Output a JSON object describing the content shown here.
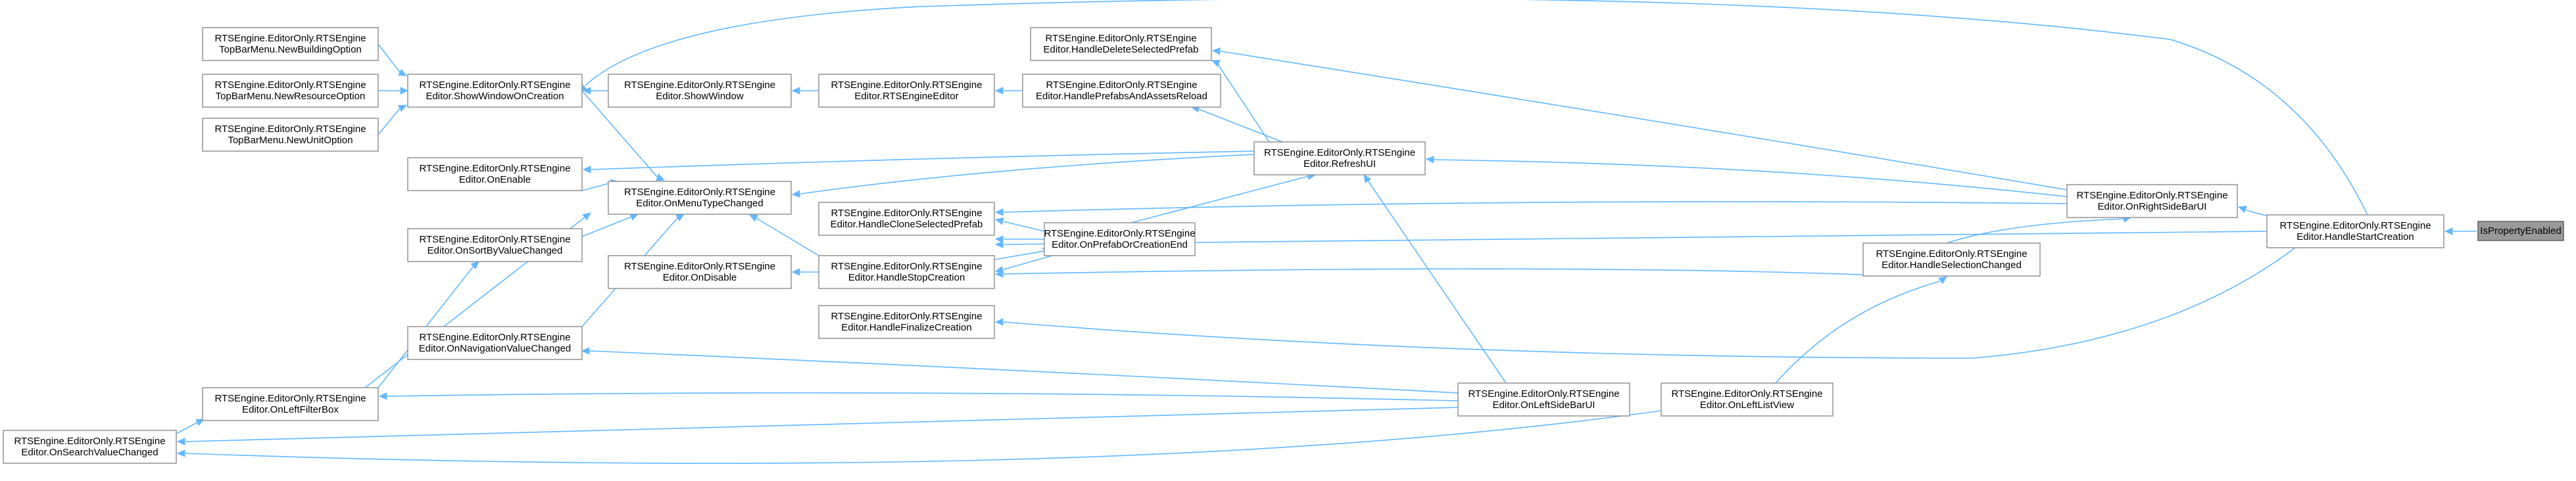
{
  "diagram": {
    "type": "call-graph",
    "colors": {
      "edge": "#63b8ff",
      "node_border": "#999999",
      "focus_fill": "#999999",
      "text": "#000000",
      "background": "#ffffff"
    },
    "nodes": [
      {
        "id": "n_isprop",
        "lines": [
          "IsPropertyEnabled"
        ],
        "focus": true
      },
      {
        "id": "n_handlestart",
        "lines": [
          "RTSEngine.EditorOnly.RTSEngine",
          "Editor.HandleStartCreation"
        ]
      },
      {
        "id": "n_onright",
        "lines": [
          "RTSEngine.EditorOnly.RTSEngine",
          "Editor.OnRightSideBarUI"
        ]
      },
      {
        "id": "n_handlesel",
        "lines": [
          "RTSEngine.EditorOnly.RTSEngine",
          "Editor.HandleSelectionChanged"
        ]
      },
      {
        "id": "n_onleftlist",
        "lines": [
          "RTSEngine.EditorOnly.RTSEngine",
          "Editor.OnLeftListView"
        ]
      },
      {
        "id": "n_onleftside",
        "lines": [
          "RTSEngine.EditorOnly.RTSEngine",
          "Editor.OnLeftSideBarUI"
        ]
      },
      {
        "id": "n_refresh",
        "lines": [
          "RTSEngine.EditorOnly.RTSEngine",
          "Editor.RefreshUI"
        ]
      },
      {
        "id": "n_handledelete",
        "lines": [
          "RTSEngine.EditorOnly.RTSEngine",
          "Editor.HandleDeleteSelectedPrefab"
        ]
      },
      {
        "id": "n_handleprefabs",
        "lines": [
          "RTSEngine.EditorOnly.RTSEngine",
          "Editor.HandlePrefabsAndAssetsReload"
        ]
      },
      {
        "id": "n_onprefab",
        "lines": [
          "RTSEngine.EditorOnly.RTSEngine",
          "Editor.OnPrefabOrCreationEnd"
        ]
      },
      {
        "id": "n_handleclone",
        "lines": [
          "RTSEngine.EditorOnly.RTSEngine",
          "Editor.HandleCloneSelectedPrefab"
        ]
      },
      {
        "id": "n_handlestop",
        "lines": [
          "RTSEngine.EditorOnly.RTSEngine",
          "Editor.HandleStopCreation"
        ]
      },
      {
        "id": "n_handlefinal",
        "lines": [
          "RTSEngine.EditorOnly.RTSEngine",
          "Editor.HandleFinalizeCreation"
        ]
      },
      {
        "id": "n_rtsctor",
        "lines": [
          "RTSEngine.EditorOnly.RTSEngine",
          "Editor.RTSEngineEditor"
        ]
      },
      {
        "id": "n_showwindow",
        "lines": [
          "RTSEngine.EditorOnly.RTSEngine",
          "Editor.ShowWindow"
        ]
      },
      {
        "id": "n_showoncreate",
        "lines": [
          "RTSEngine.EditorOnly.RTSEngine",
          "Editor.ShowWindowOnCreation"
        ]
      },
      {
        "id": "n_onmenu",
        "lines": [
          "RTSEngine.EditorOnly.RTSEngine",
          "Editor.OnMenuTypeChanged"
        ]
      },
      {
        "id": "n_ondisable",
        "lines": [
          "RTSEngine.EditorOnly.RTSEngine",
          "Editor.OnDisable"
        ]
      },
      {
        "id": "n_onenable",
        "lines": [
          "RTSEngine.EditorOnly.RTSEngine",
          "Editor.OnEnable"
        ]
      },
      {
        "id": "n_onsort",
        "lines": [
          "RTSEngine.EditorOnly.RTSEngine",
          "Editor.OnSortByValueChanged"
        ]
      },
      {
        "id": "n_onnav",
        "lines": [
          "RTSEngine.EditorOnly.RTSEngine",
          "Editor.OnNavigationValueChanged"
        ]
      },
      {
        "id": "n_onleftfilter",
        "lines": [
          "RTSEngine.EditorOnly.RTSEngine",
          "Editor.OnLeftFilterBox"
        ]
      },
      {
        "id": "n_onsearch",
        "lines": [
          "RTSEngine.EditorOnly.RTSEngine",
          "Editor.OnSearchValueChanged"
        ]
      },
      {
        "id": "n_newbuilding",
        "lines": [
          "RTSEngine.EditorOnly.RTSEngine",
          "TopBarMenu.NewBuildingOption"
        ]
      },
      {
        "id": "n_newresource",
        "lines": [
          "RTSEngine.EditorOnly.RTSEngine",
          "TopBarMenu.NewResourceOption"
        ]
      },
      {
        "id": "n_newunit",
        "lines": [
          "RTSEngine.EditorOnly.RTSEngine",
          "TopBarMenu.NewUnitOption"
        ]
      }
    ]
  }
}
